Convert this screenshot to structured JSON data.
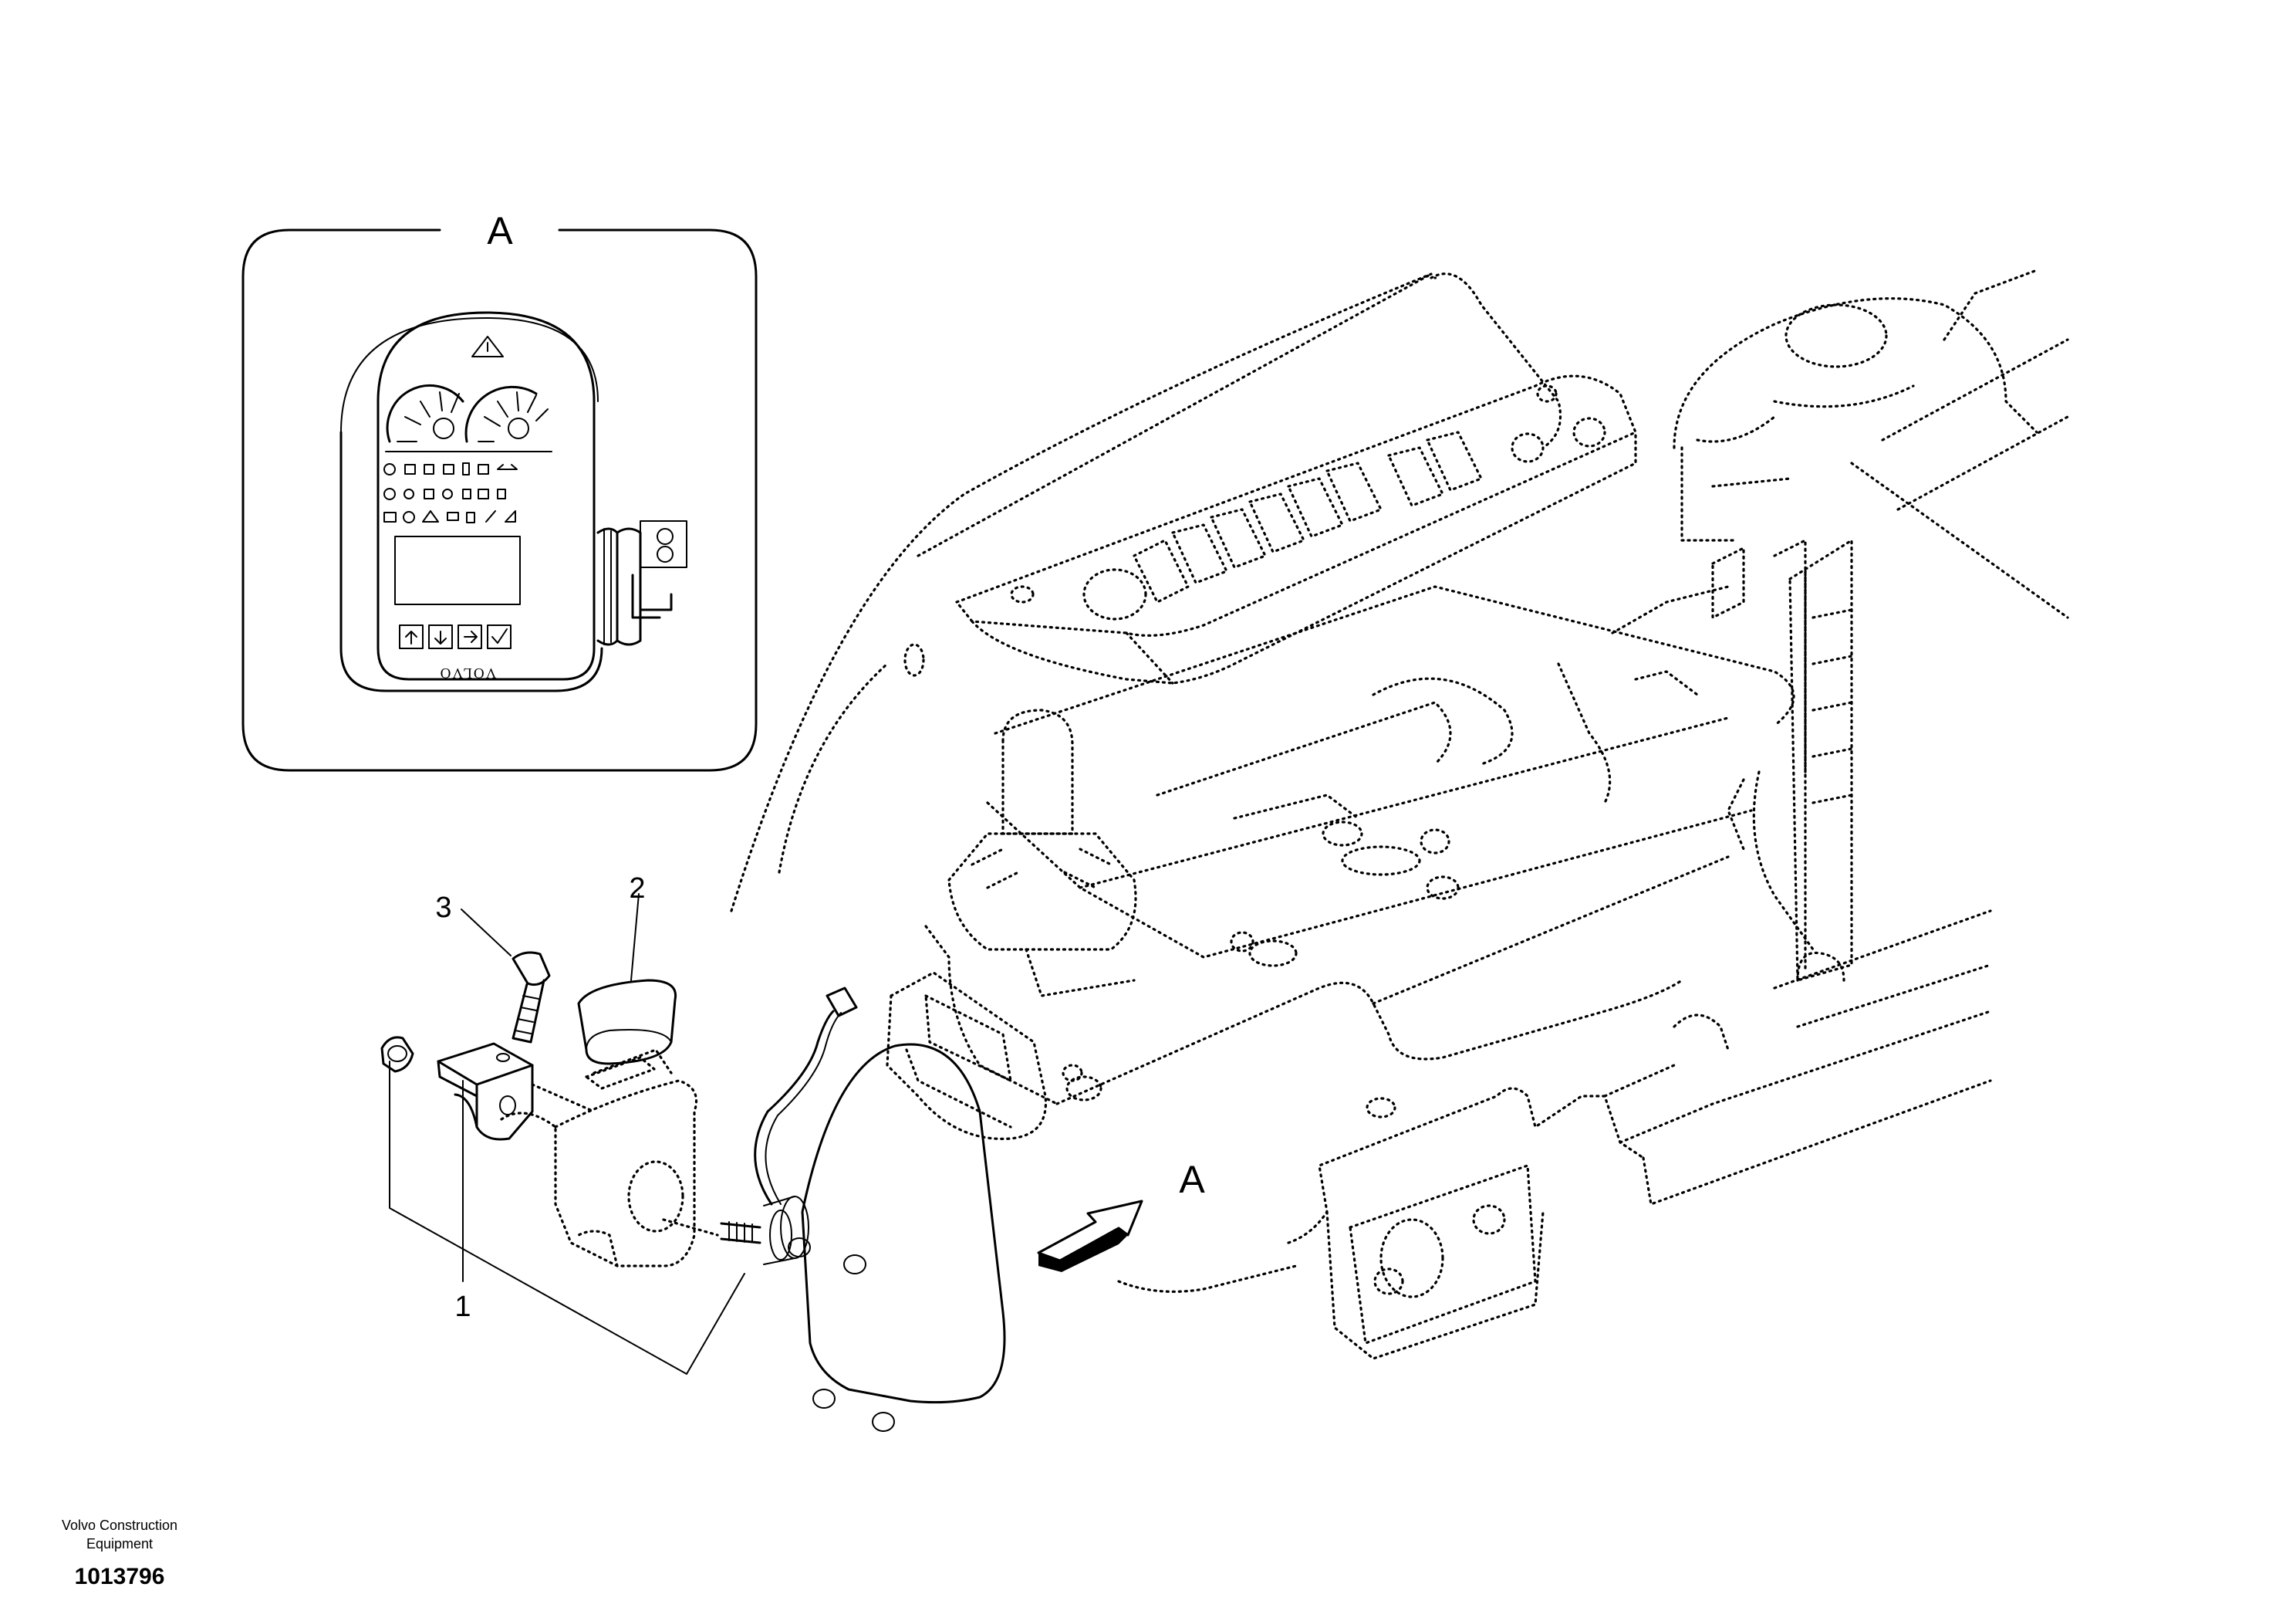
{
  "detail_view": {
    "title": "A",
    "brand_text": "VOLVO"
  },
  "view_arrow_label": "A",
  "callouts": [
    {
      "number": "1"
    },
    {
      "number": "2"
    },
    {
      "number": "3"
    }
  ],
  "footer": {
    "company_line1": "Volvo Construction",
    "company_line2": "Equipment",
    "drawing_number": "1013796"
  }
}
